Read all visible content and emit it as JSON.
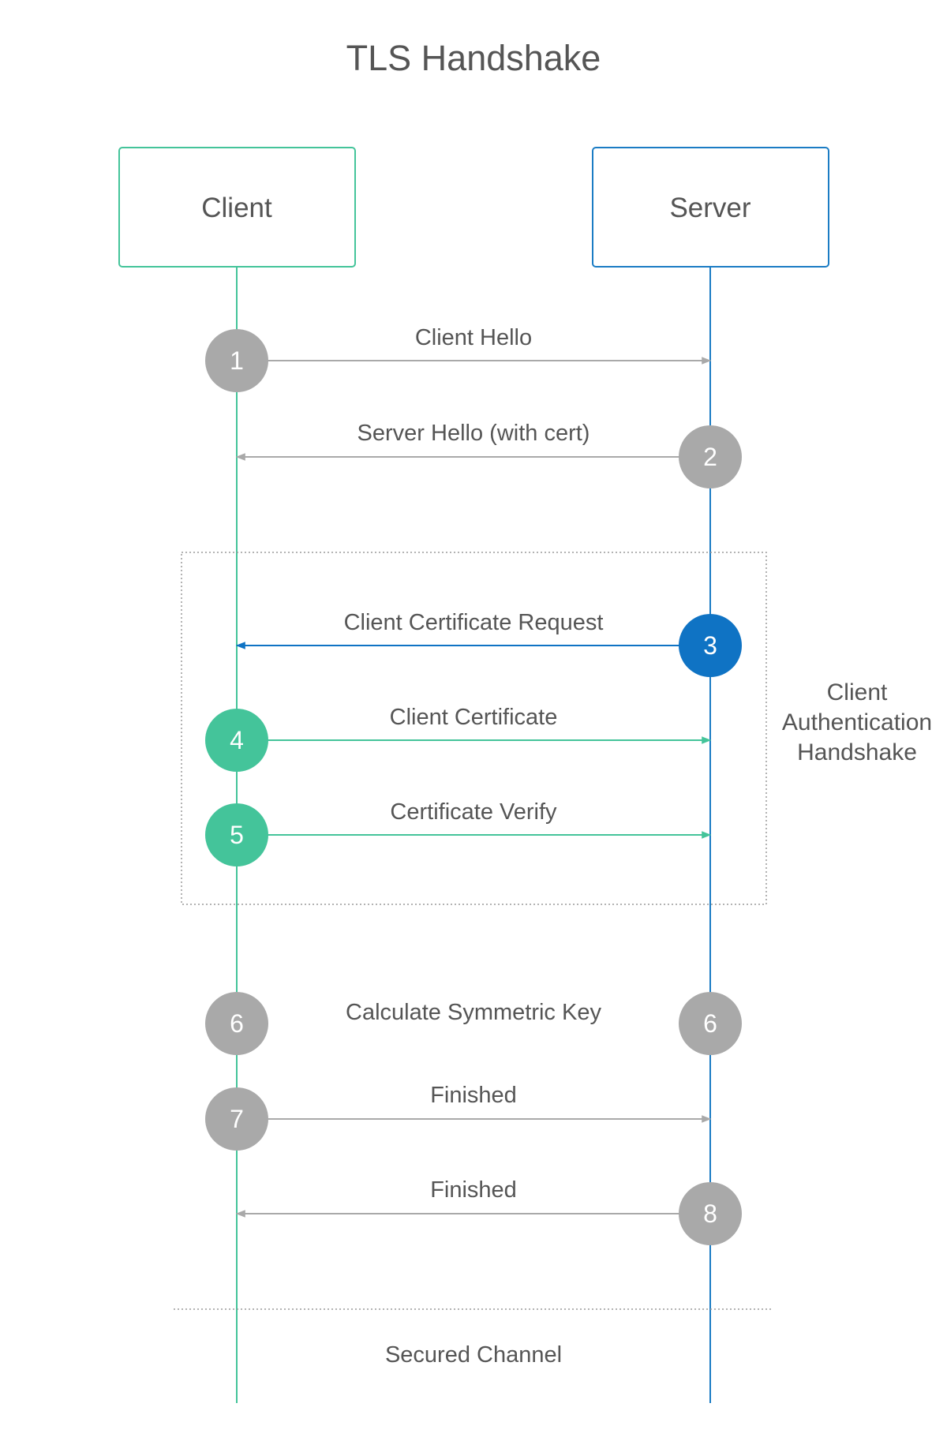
{
  "title": "TLS Handshake",
  "participants": {
    "client": {
      "label": "Client",
      "color": "#44c49a"
    },
    "server": {
      "label": "Server",
      "color": "#1b7cc4"
    }
  },
  "colors": {
    "neutral": "#a9a9a9",
    "text": "#555555",
    "client_auth_step": "#44c49a",
    "server_auth_step": "#0f73c4"
  },
  "steps": [
    {
      "num": "1",
      "label": "Client Hello",
      "from": "client",
      "to": "server",
      "style": "neutral"
    },
    {
      "num": "2",
      "label": "Server Hello (with cert)",
      "from": "server",
      "to": "client",
      "style": "neutral"
    },
    {
      "num": "3",
      "label": "Client Certificate Request",
      "from": "server",
      "to": "client",
      "style": "server"
    },
    {
      "num": "4",
      "label": "Client Certificate",
      "from": "client",
      "to": "server",
      "style": "client"
    },
    {
      "num": "5",
      "label": "Certificate Verify",
      "from": "client",
      "to": "server",
      "style": "client"
    },
    {
      "num": "6",
      "label": "Calculate Symmetric Key",
      "from": "both",
      "to": "",
      "style": "neutral"
    },
    {
      "num": "7",
      "label": "Finished",
      "from": "client",
      "to": "server",
      "style": "neutral"
    },
    {
      "num": "8",
      "label": "Finished",
      "from": "server",
      "to": "client",
      "style": "neutral"
    }
  ],
  "group": {
    "label_lines": [
      "Client",
      "Authentication",
      "Handshake"
    ]
  },
  "footer": {
    "label": "Secured Channel"
  }
}
